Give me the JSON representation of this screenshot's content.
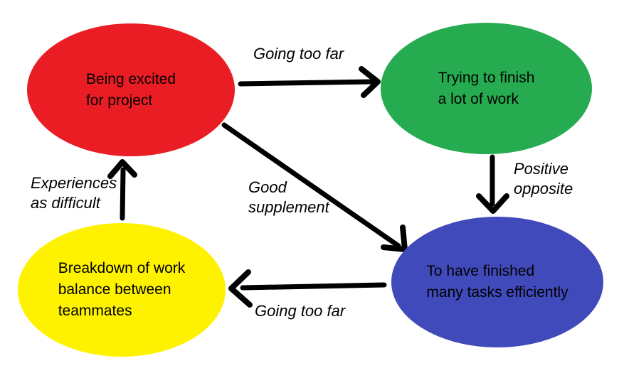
{
  "diagram": {
    "background_color": "#ffffff",
    "arrow_color": "#000000",
    "text_color": "#000000",
    "nodes": [
      {
        "id": "being-excited",
        "color": "#ea1c24",
        "lines": [
          "Being excited",
          "for project"
        ]
      },
      {
        "id": "trying-to-finish",
        "color": "#26ab50",
        "lines": [
          "Trying to finish",
          "a lot of work"
        ]
      },
      {
        "id": "finished-tasks",
        "color": "#414aba",
        "lines": [
          "To have finished",
          "many tasks efficiently"
        ]
      },
      {
        "id": "breakdown",
        "color": "#fff200",
        "lines": [
          "Breakdown of work",
          "balance between",
          "teammates"
        ]
      }
    ],
    "edges": [
      {
        "id": "excited-to-trying",
        "from": "being-excited",
        "to": "trying-to-finish",
        "label": "Going too far"
      },
      {
        "id": "trying-to-finished",
        "from": "trying-to-finish",
        "to": "finished-tasks",
        "lines": [
          "Positive",
          "opposite"
        ]
      },
      {
        "id": "excited-to-finished",
        "from": "being-excited",
        "to": "finished-tasks",
        "lines": [
          "Good",
          "supplement"
        ]
      },
      {
        "id": "finished-to-breakdown",
        "from": "finished-tasks",
        "to": "breakdown",
        "label": "Going too far"
      },
      {
        "id": "breakdown-to-excited",
        "from": "breakdown",
        "to": "being-excited",
        "lines": [
          "Experiences",
          "as difficult"
        ]
      }
    ]
  }
}
